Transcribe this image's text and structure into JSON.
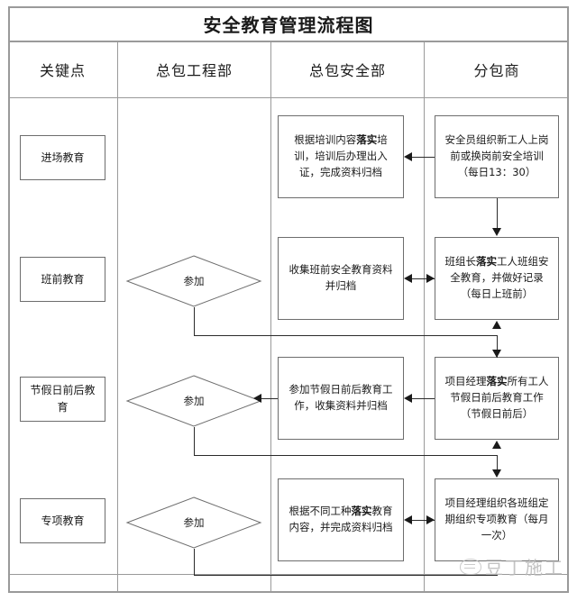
{
  "title": "安全教育管理流程图",
  "columns": [
    {
      "id": "key-points",
      "label": "关键点"
    },
    {
      "id": "general-contractor-engineering",
      "label": "总包工程部"
    },
    {
      "id": "general-contractor-safety",
      "label": "总包安全部"
    },
    {
      "id": "subcontractor",
      "label": "分包商"
    }
  ],
  "rows": [
    {
      "id": "entry-education",
      "key_point": "进场教育",
      "engineering": null,
      "safety": {
        "pre": "根据培训内容",
        "bold": "落实",
        "post": "培训，培训后办理出入证，完成资料归档"
      },
      "subcontractor": {
        "pre": "安全员组织新工人上岗前或换岗前安全培训（每日13：30）",
        "bold": "",
        "post": ""
      }
    },
    {
      "id": "preshift-education",
      "key_point": "班前教育",
      "engineering": "参加",
      "safety": {
        "pre": "收集班前安全教育资料并归档",
        "bold": "",
        "post": ""
      },
      "subcontractor": {
        "pre": "班组长",
        "bold": "落实",
        "post": "工人班组安全教育，并做好记录（每日上班前）"
      }
    },
    {
      "id": "holiday-education",
      "key_point": "节假日前后教育",
      "engineering": "参加",
      "safety": {
        "pre": "参加节假日前后教育工作，收集资料并归档",
        "bold": "",
        "post": ""
      },
      "subcontractor": {
        "pre": "项目经理",
        "bold": "落实",
        "post": "所有工人节假日前后教育工作（节假日前后）"
      }
    },
    {
      "id": "special-education",
      "key_point": "专项教育",
      "engineering": "参加",
      "safety": {
        "pre": "根据不同工种",
        "bold": "落实",
        "post": "教育内容，并完成资料归档"
      },
      "subcontractor": {
        "pre": "项目经理组织各班组定期组织专项教育（每月一次）",
        "bold": "",
        "post": ""
      }
    }
  ],
  "watermark": {
    "text": "豆丁施工",
    "logo": "cloud-logo-icon"
  },
  "chart_data": {
    "type": "diagram",
    "title": "安全教育管理流程图",
    "swimlanes": [
      "关键点",
      "总包工程部",
      "总包安全部",
      "分包商"
    ],
    "nodes": [
      {
        "id": "k1",
        "lane": "关键点",
        "shape": "rect",
        "text": "进场教育"
      },
      {
        "id": "k2",
        "lane": "关键点",
        "shape": "rect",
        "text": "班前教育"
      },
      {
        "id": "k3",
        "lane": "关键点",
        "shape": "rect",
        "text": "节假日前后教育"
      },
      {
        "id": "k4",
        "lane": "关键点",
        "shape": "rect",
        "text": "专项教育"
      },
      {
        "id": "e2",
        "lane": "总包工程部",
        "shape": "diamond",
        "text": "参加"
      },
      {
        "id": "e3",
        "lane": "总包工程部",
        "shape": "diamond",
        "text": "参加"
      },
      {
        "id": "e4",
        "lane": "总包工程部",
        "shape": "diamond",
        "text": "参加"
      },
      {
        "id": "s1",
        "lane": "总包安全部",
        "shape": "rect",
        "text": "根据培训内容落实培训，培训后办理出入证，完成资料归档"
      },
      {
        "id": "s2",
        "lane": "总包安全部",
        "shape": "rect",
        "text": "收集班前安全教育资料并归档"
      },
      {
        "id": "s3",
        "lane": "总包安全部",
        "shape": "rect",
        "text": "参加节假日前后教育工作，收集资料并归档"
      },
      {
        "id": "s4",
        "lane": "总包安全部",
        "shape": "rect",
        "text": "根据不同工种落实教育内容，并完成资料归档"
      },
      {
        "id": "b1",
        "lane": "分包商",
        "shape": "rect",
        "text": "安全员组织新工人上岗前或换岗前安全培训（每日13：30）"
      },
      {
        "id": "b2",
        "lane": "分包商",
        "shape": "rect",
        "text": "班组长落实工人班组安全教育，并做好记录（每日上班前）"
      },
      {
        "id": "b3",
        "lane": "分包商",
        "shape": "rect",
        "text": "项目经理落实所有工人节假日前后教育工作（节假日前后）"
      },
      {
        "id": "b4",
        "lane": "分包商",
        "shape": "rect",
        "text": "项目经理组织各班组定期组织专项教育（每月一次）"
      }
    ],
    "edges": [
      {
        "from": "b1",
        "to": "s1",
        "dir": "one-way"
      },
      {
        "from": "b1",
        "to": "b2",
        "dir": "one-way"
      },
      {
        "from": "s2",
        "to": "b2",
        "dir": "two-way"
      },
      {
        "from": "e2",
        "to": "b2",
        "dir": "two-way"
      },
      {
        "from": "b2",
        "to": "b3",
        "dir": "one-way"
      },
      {
        "from": "b3",
        "to": "s3",
        "dir": "one-way"
      },
      {
        "from": "s3",
        "to": "e3",
        "dir": "one-way"
      },
      {
        "from": "e3",
        "to": "b3",
        "dir": "two-way"
      },
      {
        "from": "b3",
        "to": "b4",
        "dir": "one-way"
      },
      {
        "from": "s4",
        "to": "b4",
        "dir": "two-way"
      },
      {
        "from": "e4",
        "to": "b4",
        "dir": "two-way"
      }
    ]
  }
}
